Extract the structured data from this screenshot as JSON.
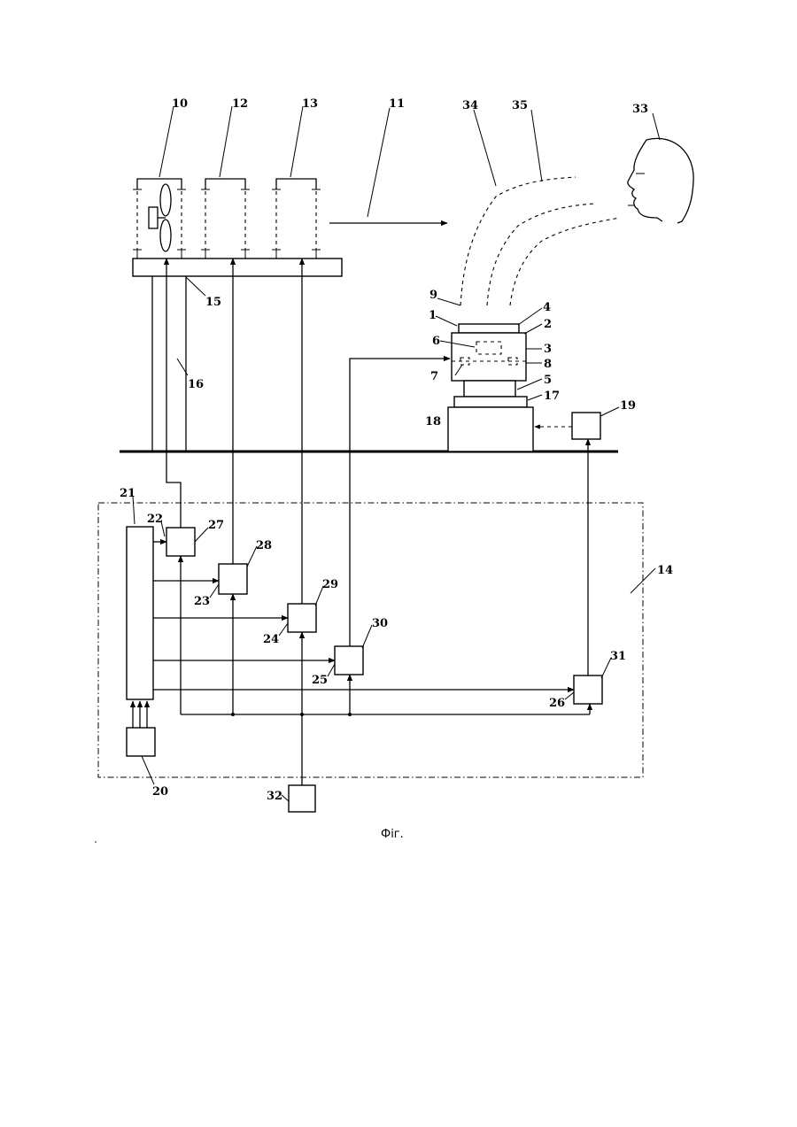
{
  "figure": {
    "caption": "Фіг."
  },
  "labels": {
    "l1": "1",
    "l2": "2",
    "l3": "3",
    "l4": "4",
    "l5": "5",
    "l6": "6",
    "l7": "7",
    "l8": "8",
    "l9": "9",
    "l10": "10",
    "l11": "11",
    "l12": "12",
    "l13": "13",
    "l14": "14",
    "l15": "15",
    "l16": "16",
    "l17": "17",
    "l18": "18",
    "l19": "19",
    "l20": "20",
    "l21": "21",
    "l22": "22",
    "l23": "23",
    "l24": "24",
    "l25": "25",
    "l26": "26",
    "l27": "27",
    "l28": "28",
    "l29": "29",
    "l30": "30",
    "l31": "31",
    "l32": "32",
    "l33": "33",
    "l34": "34",
    "l35": "35"
  }
}
